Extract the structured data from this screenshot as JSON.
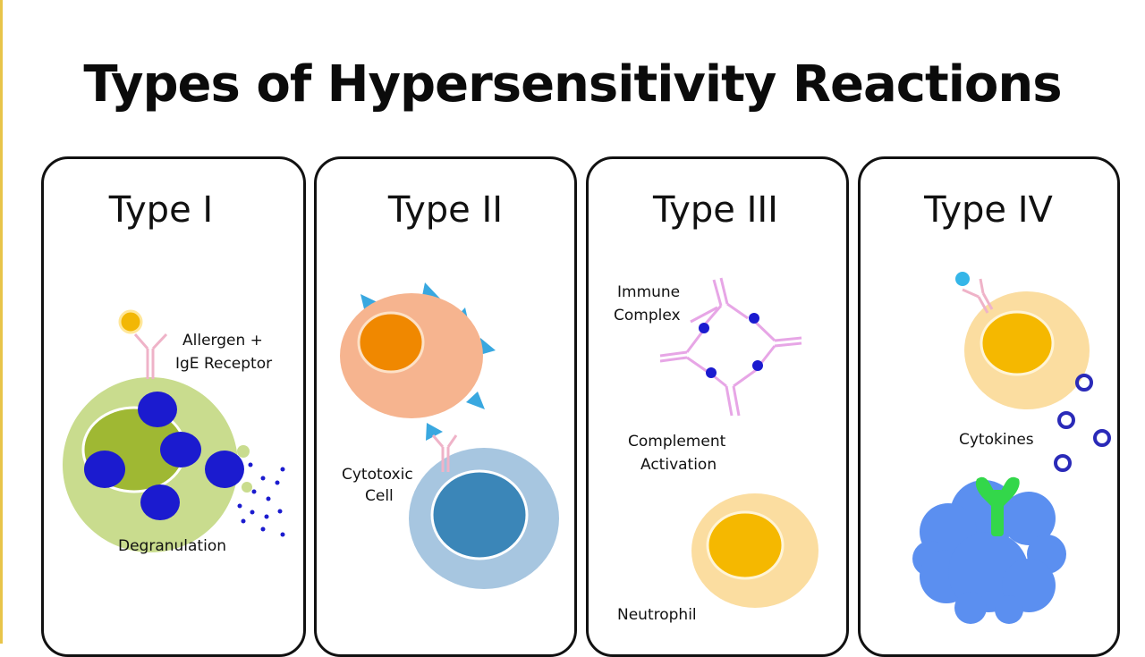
{
  "title": "Types of Hypersensitivity Reactions",
  "panels": [
    {
      "heading": "Type I",
      "labels": {
        "receptor_line1": "Allergen +",
        "receptor_line2": "IgE Receptor",
        "degranulation": "Degranulation"
      }
    },
    {
      "heading": "Type II",
      "labels": {
        "cytotoxic_line1": "Cytotoxic",
        "cytotoxic_line2": "Cell"
      }
    },
    {
      "heading": "Type III",
      "labels": {
        "immune_line1": "Immune",
        "immune_line2": "Complex",
        "complement_line1": "Complement",
        "complement_line2": "Activation",
        "neutrophil": "Neutrophil"
      }
    },
    {
      "heading": "Type IV",
      "labels": {
        "cytokines": "Cytokines"
      }
    }
  ],
  "colors": {
    "border": "#111111",
    "mast_cell": "#c9dc8e",
    "mast_nucleus": "#9fb833",
    "granule": "#1b1bcf",
    "allergen": "#f2b705",
    "receptor": "#efb3c8",
    "target_cell": "#f6b48f",
    "target_nucleus": "#f08800",
    "antigen_spike": "#39a8e0",
    "cytotoxic_cell": "#a7c6e0",
    "cytotoxic_nucleus": "#3b86b8",
    "antibody": "#e7a6e6",
    "neutrophil": "#fbdda0",
    "neutrophil_nucleus": "#f5b800",
    "tcell_receptor": "#33d74a",
    "apc_cell": "#5b8ff0",
    "cytokine_ring": "#2a2ab8"
  },
  "icons": [
    "mast-cell",
    "ige-receptor",
    "allergen",
    "target-cell",
    "cytotoxic-cell",
    "immune-complex",
    "neutrophil",
    "t-cell",
    "cytokine",
    "antigen-presenting-cell"
  ]
}
